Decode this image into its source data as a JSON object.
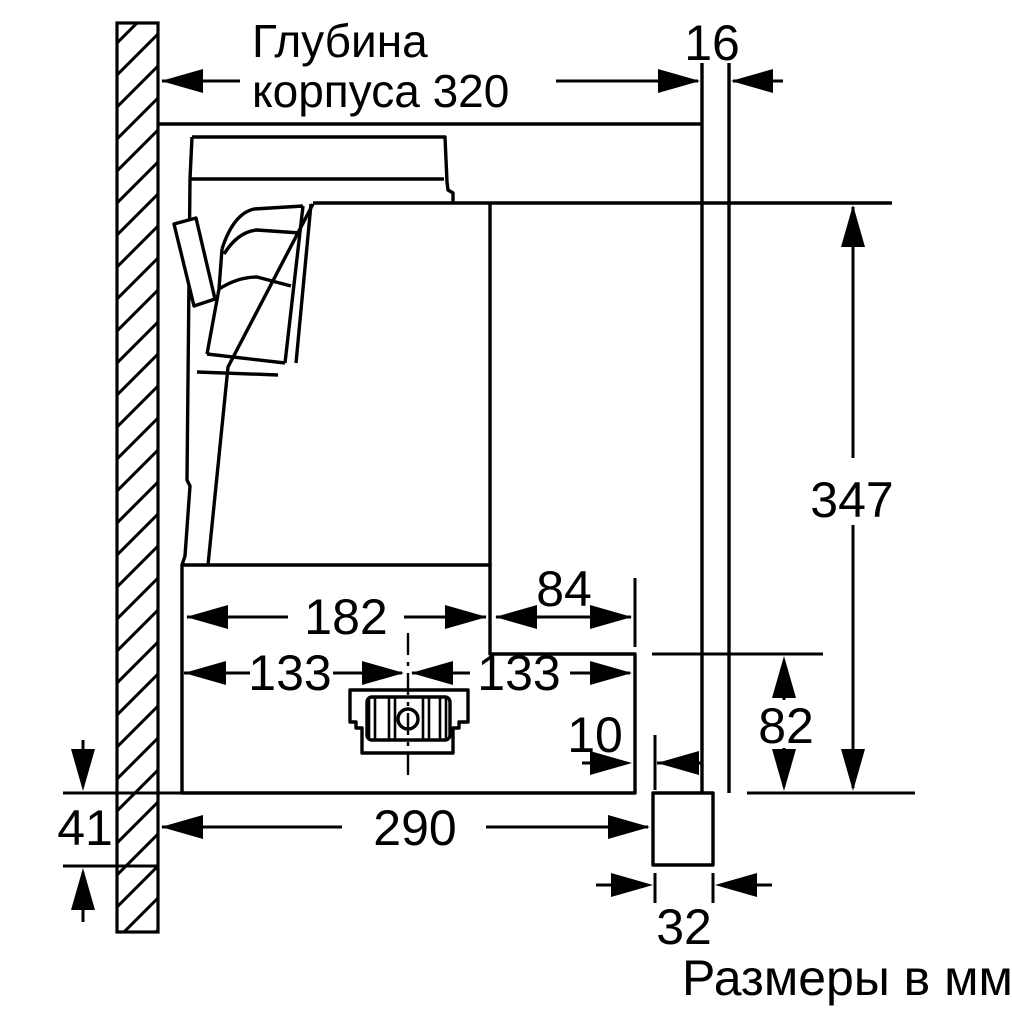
{
  "diagram": {
    "title": {
      "line1": "Глубина",
      "line2": "корпуса 320"
    },
    "footer": "Размеры в мм",
    "labels": {
      "panel_thickness": "16",
      "height_total": "347",
      "width_182": "182",
      "width_84": "84",
      "width_133_left": "133",
      "width_133_right": "133",
      "gap_10": "10",
      "height_82": "82",
      "height_41": "41",
      "width_290": "290",
      "width_32": "32"
    },
    "values_mm": {
      "body_depth": 320,
      "panel_thickness": 16,
      "height_total": 347,
      "width_182": 182,
      "width_84": 84,
      "width_133_left": 133,
      "width_133_right": 133,
      "gap_10": 10,
      "height_82": 82,
      "height_41": 41,
      "width_290": 290,
      "width_32": 32
    },
    "colors": {
      "line": "#000000",
      "background": "#ffffff"
    }
  }
}
